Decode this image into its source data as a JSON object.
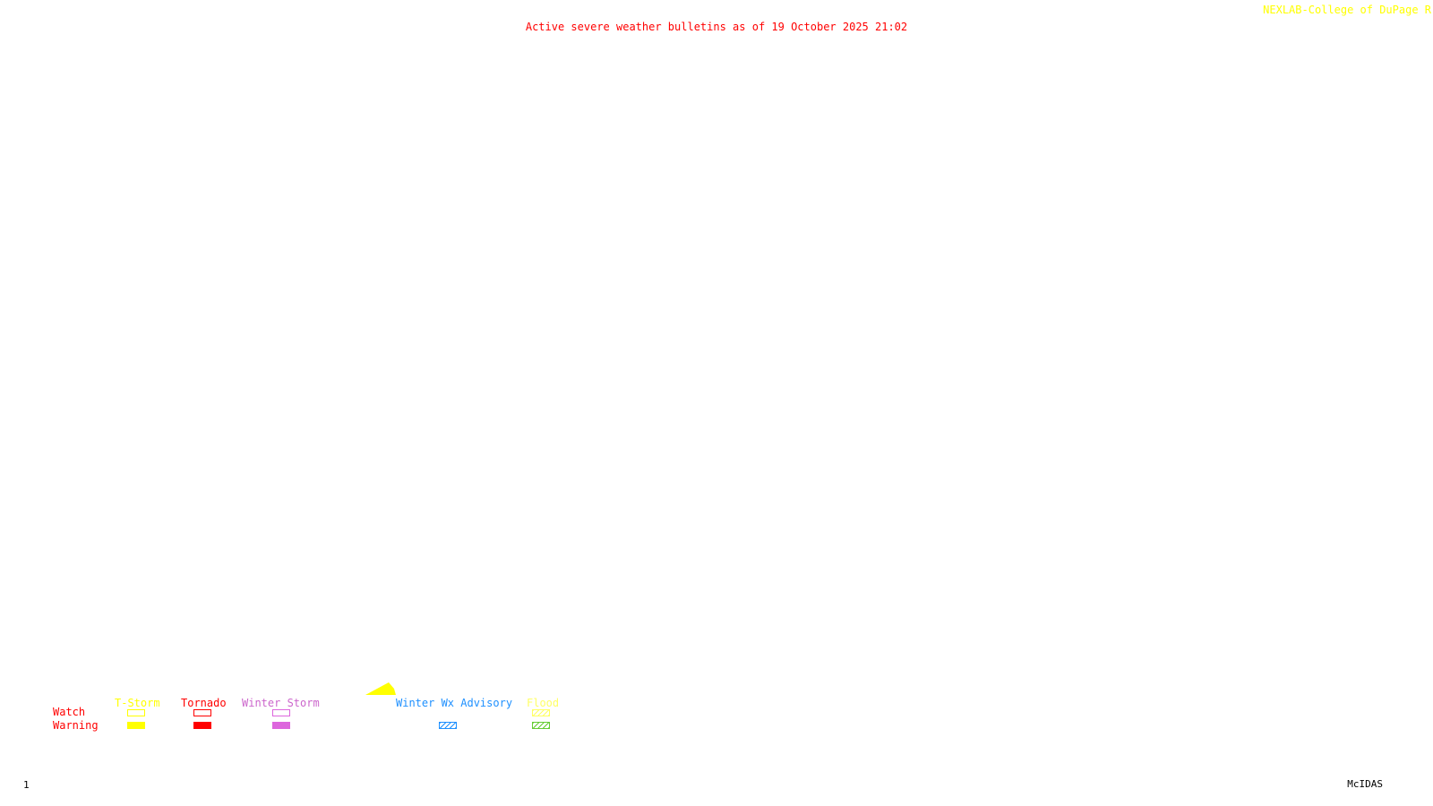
{
  "header": {
    "title": "Active severe weather bulletins as of 19 October 2025 21:02",
    "credit": "NEXLAB-College of DuPage R"
  },
  "legend": {
    "rows": {
      "watch": "Watch",
      "warning": "Warning"
    },
    "columns": [
      {
        "label": "T-Storm",
        "color": "#ffff00"
      },
      {
        "label": "Tornado",
        "color": "#ff0000"
      },
      {
        "label": "Winter Storm",
        "color": "#cc66cc"
      },
      {
        "label": "Winter Wx Advisory",
        "color": "#1e90ff"
      },
      {
        "label": "Flood",
        "color": "#ffff66"
      }
    ],
    "warning_colors": {
      "tstorm": "#ffff00",
      "tornado": "#ff0000",
      "winter_storm": "#dd66dd",
      "winter_wx_advisory": "#1e90ff",
      "flood": "#66cc33"
    }
  },
  "footer": {
    "frame": "1",
    "software": "McIDAS"
  }
}
